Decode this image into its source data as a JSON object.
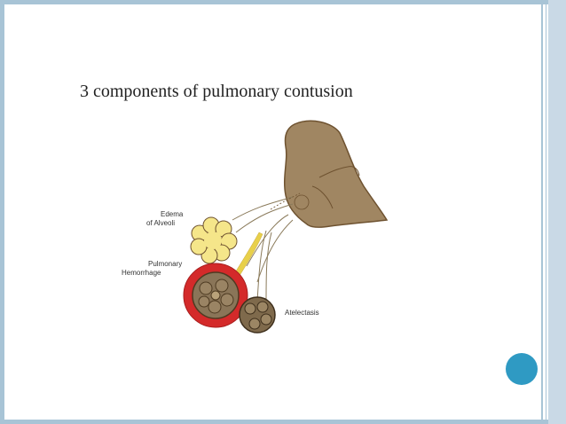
{
  "slide": {
    "title": "3 components of pulmonary contusion"
  },
  "diagram": {
    "labels": {
      "edema_line1": "Edema",
      "edema_line2": "of Alveoli",
      "hemorrhage_line1": "Pulmonary",
      "hemorrhage_line2": "Hemorrhage",
      "atelectasis": "Atelectasis"
    },
    "colors": {
      "lung": "#a08662",
      "lung_outline": "#6e5230",
      "edema": "#f5e68a",
      "hemorrhage": "#d42a2a",
      "atelectasis": "#7f6a4c",
      "accent": "#2f9ac3"
    }
  }
}
